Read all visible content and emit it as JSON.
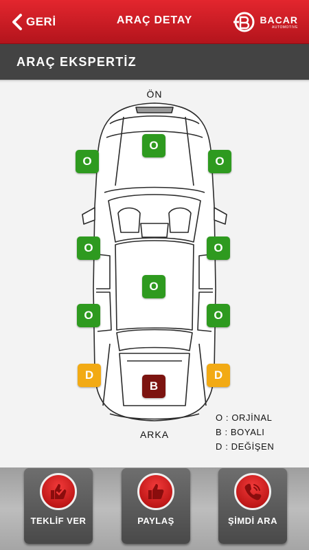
{
  "header": {
    "back_label": "GERİ",
    "title": "ARAÇ DETAY",
    "brand_name": "BACAR",
    "brand_sub": "AUTOMOTIVE"
  },
  "section": {
    "title": "ARAÇ EKSPERTİZ"
  },
  "car": {
    "front_label": "ÖN",
    "back_label": "ARKA",
    "parts": {
      "hood": "O",
      "front_left_fender": "O",
      "front_right_fender": "O",
      "front_left_door": "O",
      "front_right_door": "O",
      "roof": "O",
      "rear_left_door": "O",
      "rear_right_door": "O",
      "rear_left_fender": "D",
      "rear_right_fender": "D",
      "trunk": "B"
    }
  },
  "legend": [
    "O : ORJİNAL",
    "B : BOYALI",
    "D : DEĞİŞEN"
  ],
  "status_colors": {
    "O": "#2e9a1f",
    "D": "#f2aa14",
    "B": "#7c1410"
  },
  "actions": [
    {
      "label": "TEKLİF VER",
      "icon": "thumbs-up-checkmark-icon"
    },
    {
      "label": "PAYLAŞ",
      "icon": "thumbs-up-icon"
    },
    {
      "label": "ŞİMDİ ARA",
      "icon": "phone-icon"
    }
  ]
}
